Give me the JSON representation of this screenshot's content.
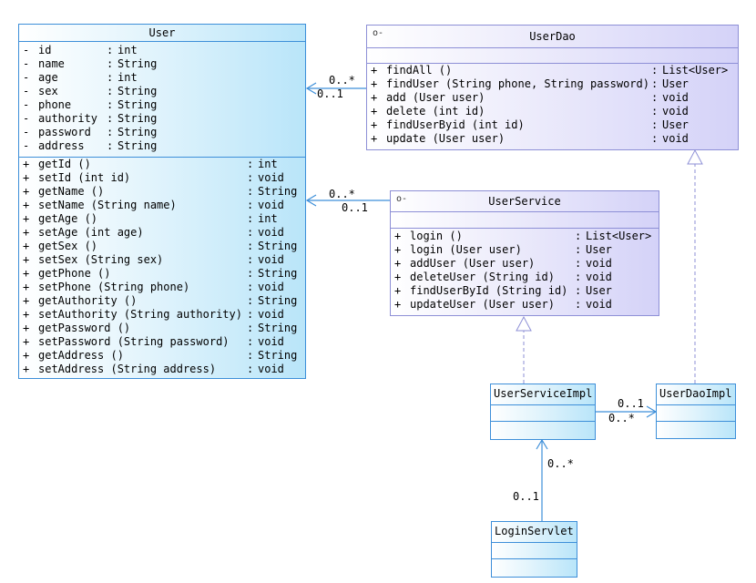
{
  "classes": {
    "user": {
      "name": "User",
      "attributes": [
        {
          "vis": "-",
          "name": "id",
          "type": "int"
        },
        {
          "vis": "-",
          "name": "name",
          "type": "String"
        },
        {
          "vis": "-",
          "name": "age",
          "type": "int"
        },
        {
          "vis": "-",
          "name": "sex",
          "type": "String"
        },
        {
          "vis": "-",
          "name": "phone",
          "type": "String"
        },
        {
          "vis": "-",
          "name": "authority",
          "type": "String"
        },
        {
          "vis": "-",
          "name": "password",
          "type": "String"
        },
        {
          "vis": "-",
          "name": "address",
          "type": "String"
        }
      ],
      "operations": [
        {
          "vis": "+",
          "sig": "getId ()",
          "type": "int"
        },
        {
          "vis": "+",
          "sig": "setId (int id)",
          "type": "void"
        },
        {
          "vis": "+",
          "sig": "getName ()",
          "type": "String"
        },
        {
          "vis": "+",
          "sig": "setName (String name)",
          "type": "void"
        },
        {
          "vis": "+",
          "sig": "getAge ()",
          "type": "int"
        },
        {
          "vis": "+",
          "sig": "setAge (int age)",
          "type": "void"
        },
        {
          "vis": "+",
          "sig": "getSex ()",
          "type": "String"
        },
        {
          "vis": "+",
          "sig": "setSex (String sex)",
          "type": "void"
        },
        {
          "vis": "+",
          "sig": "getPhone ()",
          "type": "String"
        },
        {
          "vis": "+",
          "sig": "setPhone (String phone)",
          "type": "void"
        },
        {
          "vis": "+",
          "sig": "getAuthority ()",
          "type": "String"
        },
        {
          "vis": "+",
          "sig": "setAuthority (String authority)",
          "type": "void"
        },
        {
          "vis": "+",
          "sig": "getPassword ()",
          "type": "String"
        },
        {
          "vis": "+",
          "sig": "setPassword (String password)",
          "type": "void"
        },
        {
          "vis": "+",
          "sig": "getAddress ()",
          "type": "String"
        },
        {
          "vis": "+",
          "sig": "setAddress (String address)",
          "type": "void"
        }
      ]
    },
    "userdao": {
      "name": "UserDao",
      "interface_mark": "o-",
      "operations": [
        {
          "vis": "+",
          "sig": "findAll ()",
          "type": "List<User>"
        },
        {
          "vis": "+",
          "sig": "findUser (String phone, String password)",
          "type": "User"
        },
        {
          "vis": "+",
          "sig": "add (User user)",
          "type": "void"
        },
        {
          "vis": "+",
          "sig": "delete (int id)",
          "type": "void"
        },
        {
          "vis": "+",
          "sig": "findUserByid (int id)",
          "type": "User"
        },
        {
          "vis": "+",
          "sig": "update (User user)",
          "type": "void"
        }
      ]
    },
    "userservice": {
      "name": "UserService",
      "interface_mark": "o-",
      "operations": [
        {
          "vis": "+",
          "sig": "login ()",
          "type": "List<User>"
        },
        {
          "vis": "+",
          "sig": "login (User user)",
          "type": "User"
        },
        {
          "vis": "+",
          "sig": "addUser (User user)",
          "type": "void"
        },
        {
          "vis": "+",
          "sig": "deleteUser (String id)",
          "type": "void"
        },
        {
          "vis": "+",
          "sig": "findUserById (String id)",
          "type": "User"
        },
        {
          "vis": "+",
          "sig": "updateUser (User user)",
          "type": "void"
        }
      ]
    },
    "userserviceimpl": {
      "name": "UserServiceImpl"
    },
    "userdaoimpl": {
      "name": "UserDaoImpl"
    },
    "loginservlet": {
      "name": "LoginServlet"
    }
  },
  "multiplicities": {
    "dao_user_many": "0..*",
    "dao_user_one": "0..1",
    "service_user_many": "0..*",
    "service_user_one": "0..1",
    "impl_dao_one": "0..1",
    "impl_dao_many": "0..*",
    "servlet_impl_many": "0..*",
    "servlet_impl_one": "0..1"
  },
  "colors": {
    "class_border": "#3d8fd9",
    "interface_border": "#8d8fd6",
    "association_line": "#3d8fd9",
    "realization_line": "#8d8fd6"
  }
}
